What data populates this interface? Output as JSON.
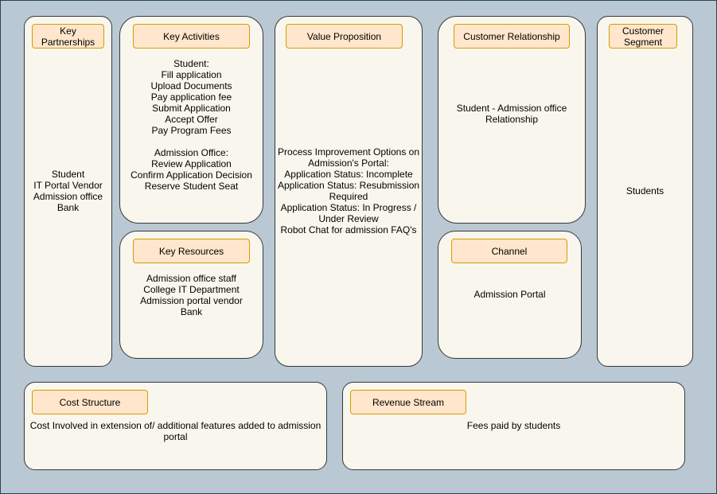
{
  "colors": {
    "background": "#bac8d3",
    "box_fill": "#f9f7ed",
    "box_border": "#36393d",
    "header_fill": "#ffe6cc",
    "header_border": "#d79b00"
  },
  "key_partnerships": {
    "title": "Key\nPartnerships",
    "body": "Student\nIT Portal Vendor\nAdmission office\nBank"
  },
  "key_activities": {
    "title": "Key Activities",
    "body": "Student:\nFill application\nUpload Documents\nPay application fee\nSubmit Application\nAccept Offer\nPay Program Fees\n\nAdmission Office:\nReview Application\nConfirm Application Decision\nReserve Student Seat"
  },
  "key_resources": {
    "title": "Key Resources",
    "body": "Admission office staff\nCollege IT Department\nAdmission portal vendor\nBank"
  },
  "value_proposition": {
    "title": "Value Proposition",
    "body": "Process Improvement Options on\nAdmission's Portal:\nApplication Status: Incomplete\nApplication Status: Resubmission\nRequired\nApplication Status: In Progress /\nUnder Review\nRobot Chat for admission FAQ's"
  },
  "customer_relationship": {
    "title": "Customer Relationship",
    "body": "Student - Admission office\nRelationship"
  },
  "channel": {
    "title": "Channel",
    "body": "Admission Portal"
  },
  "customer_segment": {
    "title": "Customer\nSegment",
    "body": "Students"
  },
  "cost_structure": {
    "title": "Cost Structure",
    "body": "Cost Involved in extension of/ additional features added to admission\nportal"
  },
  "revenue_stream": {
    "title": "Revenue Stream",
    "body": "Fees paid by students"
  }
}
